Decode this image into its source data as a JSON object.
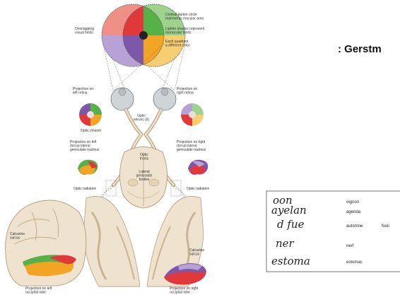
{
  "slide_title": ": Gerstm",
  "colors": {
    "red": "#e0393b",
    "green": "#57b149",
    "yellow": "#f2a424",
    "purple": "#7e58a8",
    "light_red": "#f08f85",
    "light_green": "#9ed38e",
    "light_yellow": "#f8ce73",
    "light_purple": "#b8a2d5",
    "brain": "#efe3cf",
    "brain_shadow": "#c9b494",
    "eye": "#cfd4d8"
  },
  "diagram": {
    "labels": {
      "overlapping": [
        "Overlapping",
        "visual fields"
      ],
      "central": [
        "Central darker circle",
        "represents macular area"
      ],
      "lighter": [
        "Lighter shades represent",
        "monocular fields"
      ],
      "quadrant": [
        "Each quadrant",
        "a different color"
      ],
      "proj_left_retina": [
        "Projection on",
        "left retina"
      ],
      "proj_right_retina": [
        "Projection on",
        "right retina"
      ],
      "optic_nerves": [
        "Optic",
        "nerves (II)"
      ],
      "optic_chiasm": [
        "Optic chiasm"
      ],
      "proj_left_lgn": [
        "Projection on left",
        "dorsal lateral",
        "geniculate nucleus"
      ],
      "proj_right_lgn": [
        "Projection on right",
        "dorsal lateral",
        "geniculate nucleus"
      ],
      "optic_tracts": [
        "Optic",
        "tracts"
      ],
      "lgb": [
        "Lateral",
        "geniculate",
        "bodies"
      ],
      "optic_radiation_left": [
        "Optic radiation"
      ],
      "optic_radiation_right": [
        "Optic radiation"
      ],
      "calcarine_left": [
        "Calcarine",
        "sulcus"
      ],
      "calcarine_right": [
        "Calcarine",
        "sulcus"
      ],
      "proj_left_occipital": [
        "Projection on left",
        "occipital lobe"
      ],
      "proj_right_occipital": [
        "Projection on right",
        "occipital lobe"
      ]
    }
  },
  "writing_sample": {
    "handwritten": [
      "oon",
      "ayelan",
      "d fue",
      "ner",
      "estoma"
    ],
    "typed_left": [
      "oignon",
      "agenda",
      "automne",
      "nerf",
      "estomac"
    ],
    "typed_right": [
      "",
      "",
      "fusil",
      "",
      ""
    ]
  }
}
